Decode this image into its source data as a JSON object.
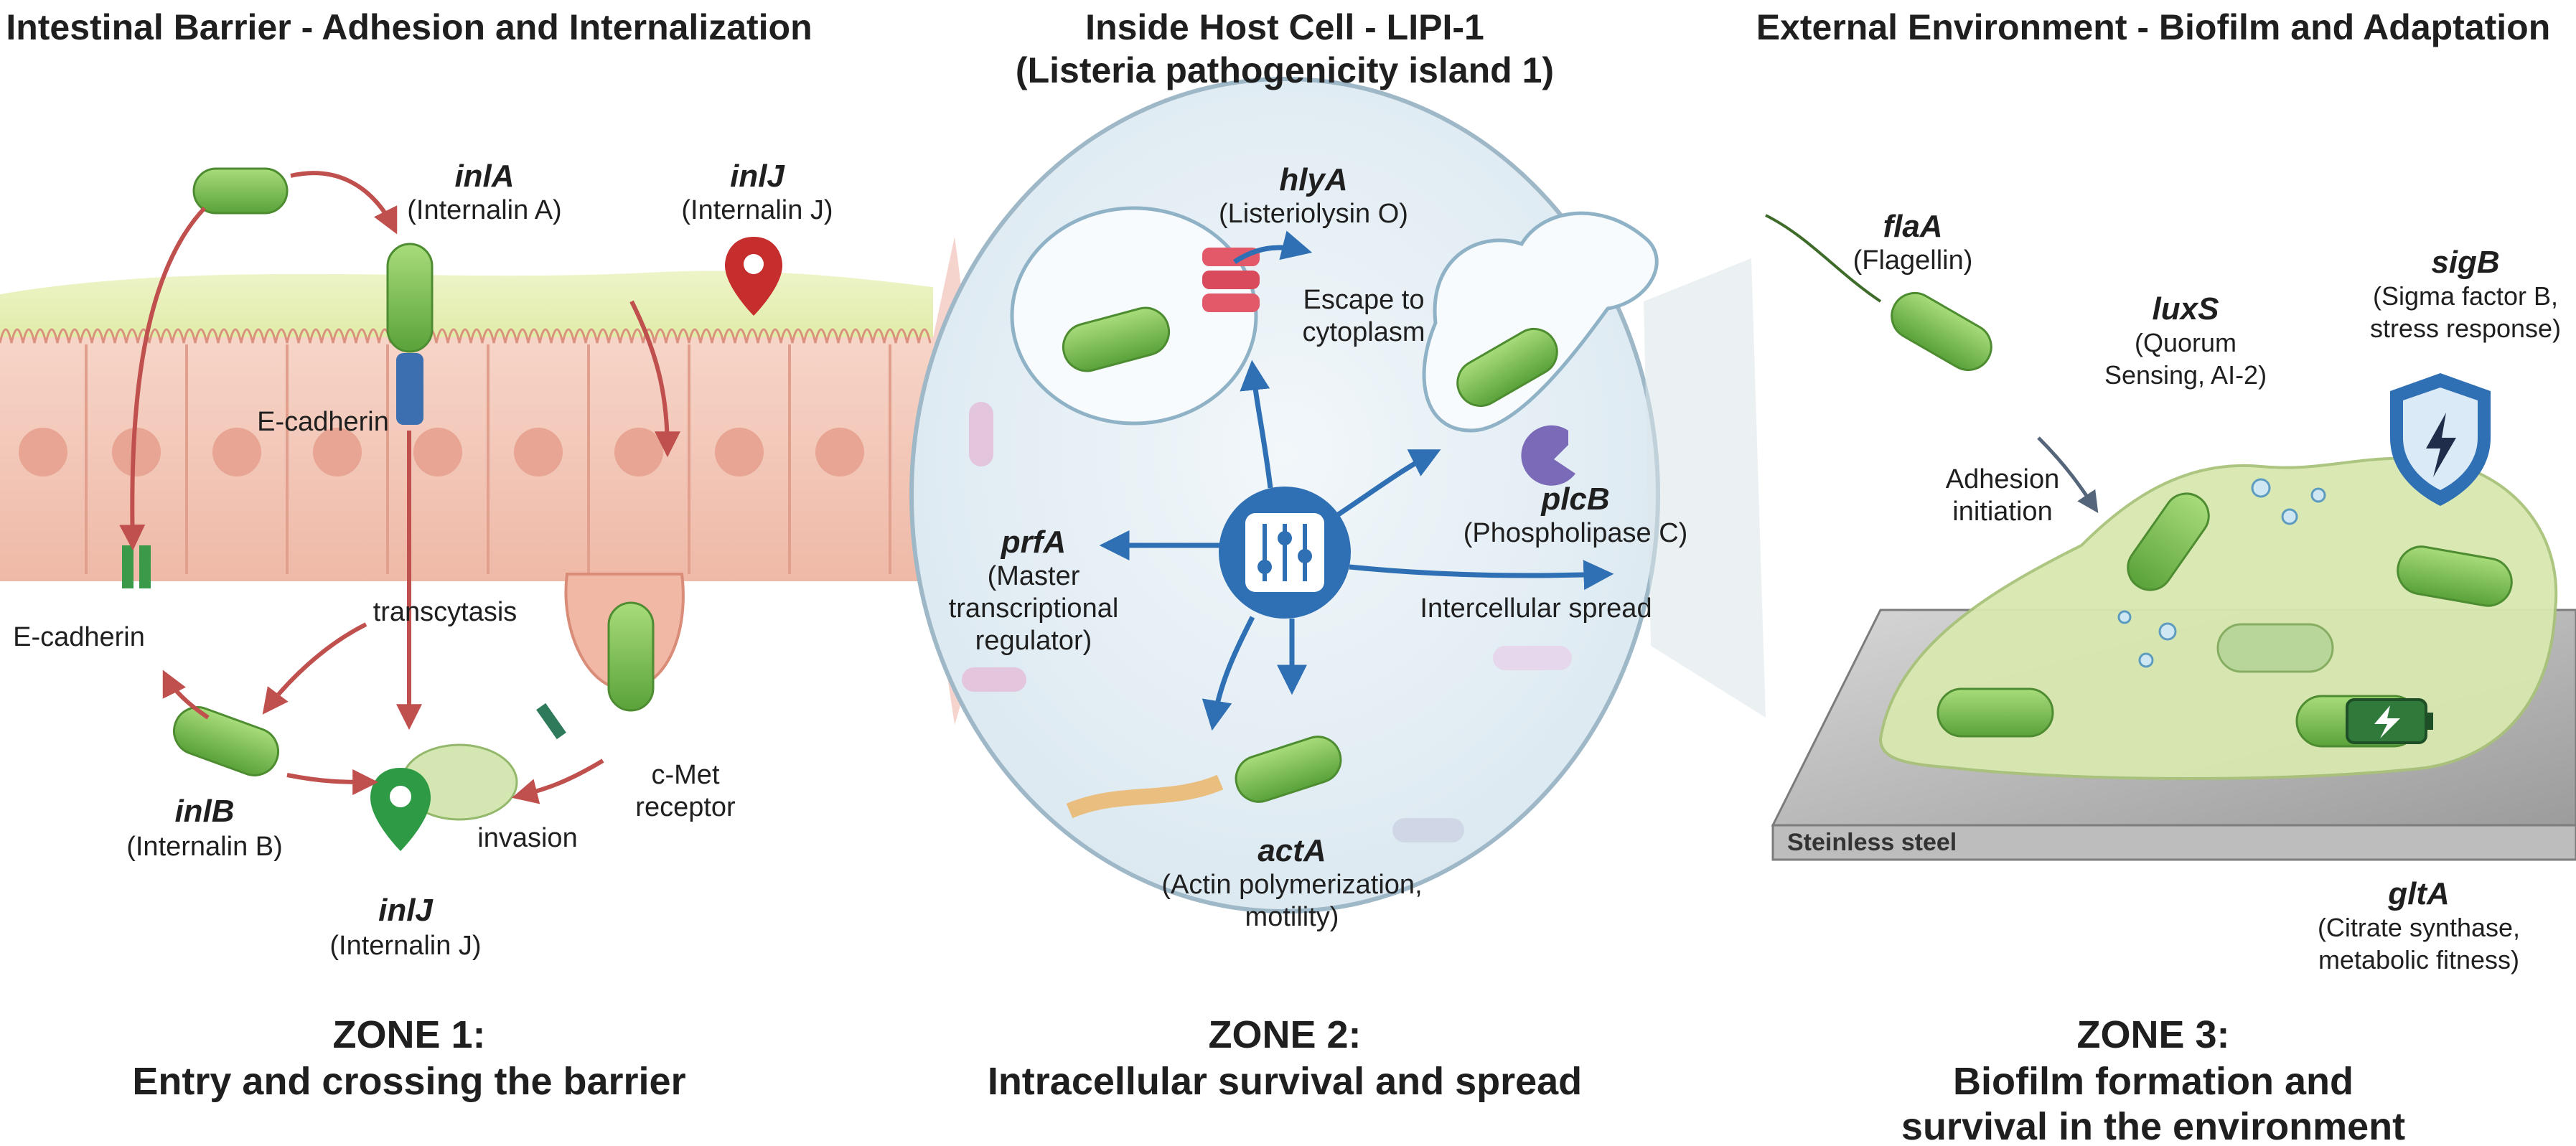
{
  "headers": {
    "zone1": "Intestinal Barrier - Adhesion and Internalization",
    "zone2_line1": "Inside Host Cell - LIPI-1",
    "zone2_line2": "(Listeria pathogenicity island 1)",
    "zone3": "External Environment - Biofilm and Adaptation"
  },
  "zone1": {
    "inlA_gene": "inlA",
    "inlA_desc": "(Internalin A)",
    "inlJ_top_gene": "inlJ",
    "inlJ_top_desc": "(Internalin J)",
    "ecadherin_upper": "E-cadherin",
    "ecadherin_left": "E-cadherin",
    "transcytasis": "transcytasis",
    "invasion": "invasion",
    "cmet_line1": "c-Met",
    "cmet_line2": "receptor",
    "inlB_gene": "inlB",
    "inlB_desc": "(Internalin B)",
    "inlJ_bottom_gene": "inlJ",
    "inlJ_bottom_desc": "(Internalin J)"
  },
  "zone2": {
    "hlyA_gene": "hlyA",
    "hlyA_desc": "(Listeriolysin O)",
    "escape_line1": "Escape to",
    "escape_line2": "cytoplasm",
    "prfA_gene": "prfA",
    "prfA_line1": "(Master",
    "prfA_line2": "transcriptional",
    "prfA_line3": "regulator)",
    "plcB_gene": "plcB",
    "plcB_desc": "(Phospholipase C)",
    "spread": "Intercellular spread",
    "actA_gene": "actA",
    "actA_line1": "(Actin polymerization,",
    "actA_line2": "motility)"
  },
  "zone3": {
    "flaA_gene": "flaA",
    "flaA_desc": "(Flagellin)",
    "luxS_gene": "luxS",
    "luxS_line1": "(Quorum",
    "luxS_line2": "Sensing, AI-2)",
    "sigB_gene": "sigB",
    "sigB_line1": "(Sigma factor B,",
    "sigB_line2": "stress response)",
    "adhesion_line1": "Adhesion",
    "adhesion_line2": "initiation",
    "steel": "Steinless steel",
    "gltA_gene": "gltA",
    "gltA_line1": "(Citrate synthase,",
    "gltA_line2": "metabolic fitness)"
  },
  "zones": {
    "z1_title": "ZONE 1:",
    "z1_sub": "Entry and crossing the barrier",
    "z2_title": "ZONE 2:",
    "z2_sub": "Intracellular survival and spread",
    "z3_title": "ZONE 3:",
    "z3_sub_line1": "Biofilm formation and",
    "z3_sub_line2": "survival in the environment"
  },
  "colors": {
    "bacterium": "#7cc454",
    "arrow_red": "#c0504d",
    "arrow_blue": "#2f6fb3",
    "epithelium": "#f3c2b3",
    "cell_bg": "#e8f1f6",
    "biofilm": "#d9e8b0"
  },
  "icons": [
    "map-pin-icon",
    "sliders-icon",
    "shield-lightning-icon",
    "battery-charging-icon"
  ]
}
